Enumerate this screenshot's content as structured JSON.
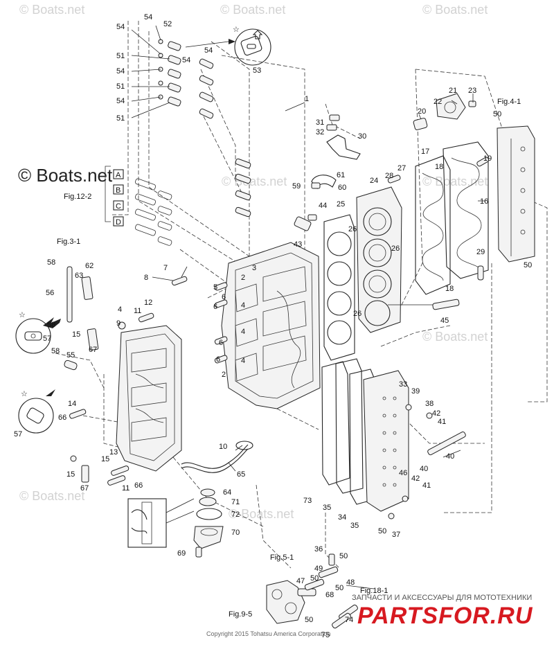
{
  "watermarks": [
    "© Boats.net",
    "© Boats.net",
    "© Boats.net",
    "© Boats.net",
    "© Boats.net",
    "© Boats.net",
    "© Boats.net",
    "© Boats.net"
  ],
  "watermark_dark": "© Boats.net",
  "copyright": "Copyright 2015 Tohatsu America Corporation",
  "brand": {
    "name": "PARTSFOR.RU",
    "tagline": "ЗАПЧАСТИ И АКСЕССУАРЫ ДЛЯ МОТОТЕХНИКИ",
    "color": "#d71920"
  },
  "figure_refs": [
    "Fig.4-1",
    "Fig.12-2",
    "Fig.3-1",
    "Fig.5-1",
    "Fig.18-1",
    "Fig.9-5"
  ],
  "box_letters": [
    "A",
    "B",
    "C",
    "D"
  ],
  "callouts": [
    "54",
    "52",
    "54",
    "51",
    "54",
    "51",
    "54",
    "51",
    "54",
    "54",
    "53",
    "1",
    "31",
    "32",
    "30",
    "61",
    "59",
    "60",
    "44",
    "43",
    "24",
    "25",
    "26",
    "26",
    "26",
    "28",
    "27",
    "17",
    "18",
    "18",
    "19",
    "16",
    "20",
    "22",
    "21",
    "23",
    "50",
    "29",
    "50",
    "45",
    "63",
    "62",
    "58",
    "56",
    "57",
    "58",
    "55",
    "58",
    "57",
    "7",
    "8",
    "3",
    "5",
    "6",
    "6",
    "6",
    "6",
    "2",
    "2",
    "4",
    "4",
    "4",
    "4",
    "9",
    "11",
    "12",
    "15",
    "67",
    "66",
    "14",
    "15",
    "13",
    "15",
    "67",
    "66",
    "11",
    "10",
    "65",
    "64",
    "71",
    "72",
    "70",
    "69",
    "73",
    "35",
    "34",
    "35",
    "33",
    "39",
    "38",
    "42",
    "41",
    "40",
    "46",
    "42",
    "41",
    "40",
    "50",
    "37",
    "36",
    "50",
    "49",
    "50",
    "48",
    "47",
    "50",
    "68",
    "50",
    "74",
    "75"
  ],
  "icons": [
    "star-icon",
    "arrow-icon",
    "tube-section-icon"
  ]
}
